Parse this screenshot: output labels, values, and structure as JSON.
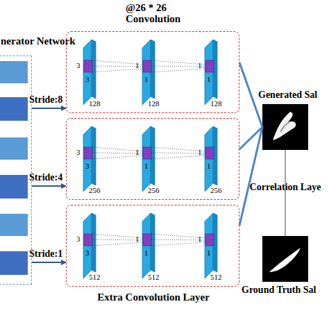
{
  "diagram": {
    "nodes": [
      {
        "text": [
          "nerator Network"
        ]
      },
      {
        "text": [
          "@26 * 26 Convolution",
          "3",
          "3",
          "128",
          "1",
          "1",
          "128",
          "1",
          "1",
          "128"
        ]
      },
      {
        "text": [
          "3",
          "3",
          "256",
          "1",
          "1",
          "256",
          "1",
          "1",
          "256"
        ]
      },
      {
        "text": [
          "3",
          "3",
          "512",
          "1",
          "1",
          "512",
          "1",
          "1",
          "512",
          "Extra Convolution Layer"
        ]
      },
      {
        "text": [
          "Generated Sal"
        ]
      },
      {
        "text": [
          "Ground Truth Sal"
        ]
      }
    ],
    "edges": [
      {
        "from": 0,
        "to": 1,
        "label": "Stride:8",
        "arrow": "to"
      },
      {
        "from": 0,
        "to": 2,
        "label": "Stride:4",
        "arrow": "to"
      },
      {
        "from": 0,
        "to": 3,
        "label": "Stride:1",
        "arrow": "to"
      },
      {
        "from": 1,
        "to": 4,
        "arrow": "none"
      },
      {
        "from": 2,
        "to": 4,
        "arrow": "none"
      },
      {
        "from": 3,
        "to": 4,
        "arrow": "none"
      },
      {
        "from": 4,
        "to": 5,
        "label": "Correlation Laye",
        "arrow": "none"
      }
    ]
  }
}
